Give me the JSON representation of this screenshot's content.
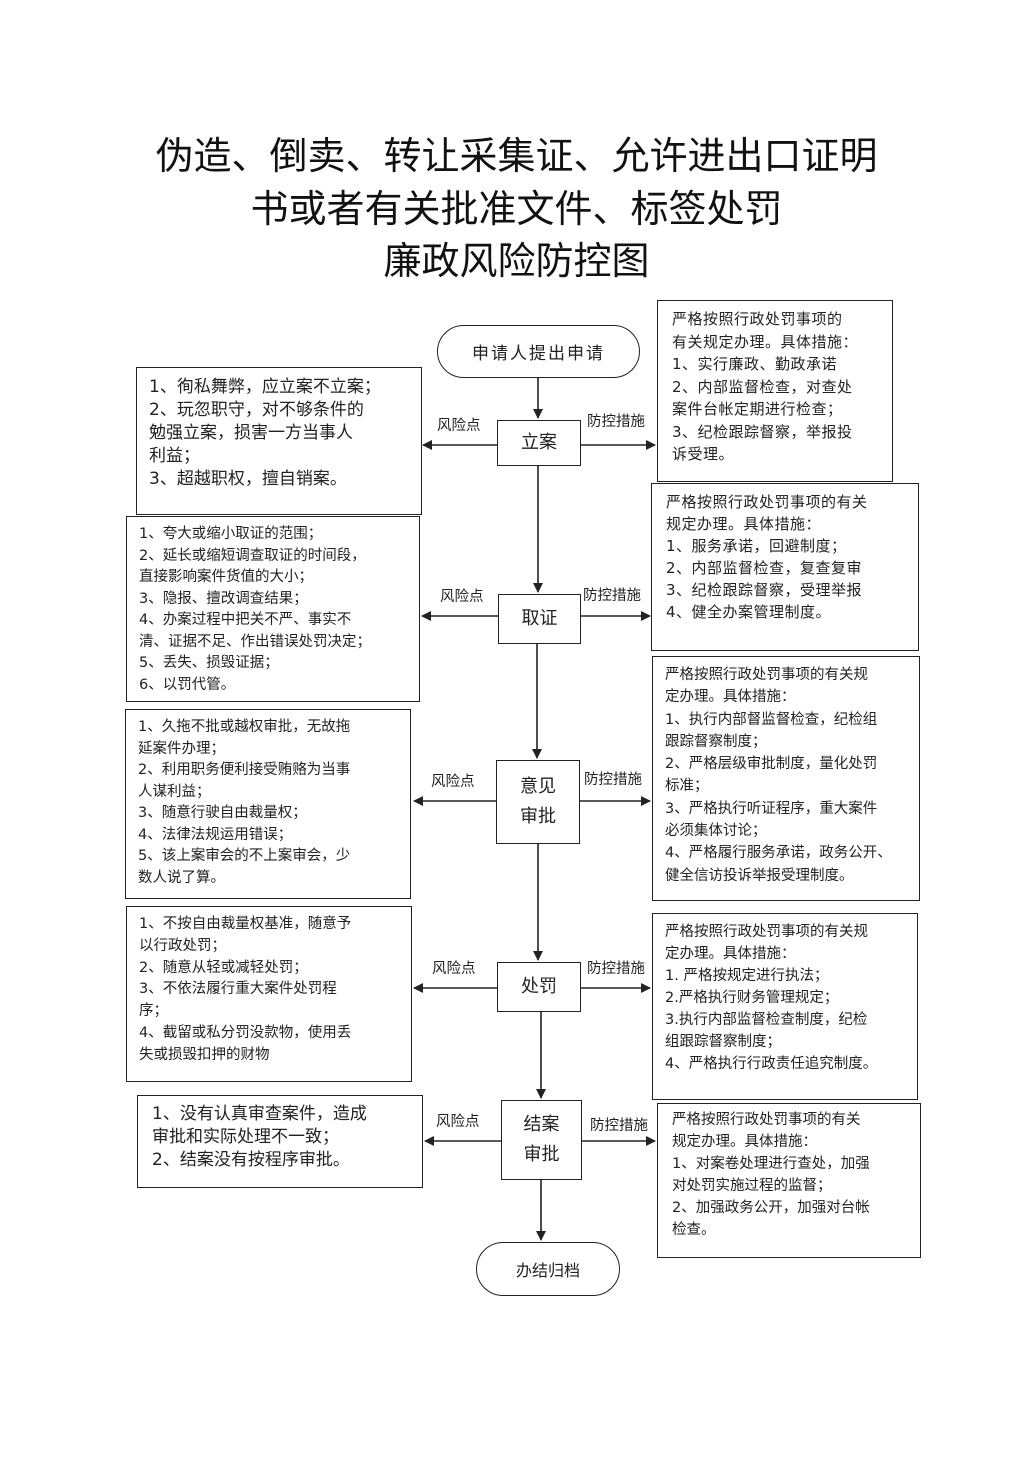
{
  "title": {
    "line1": "伪造、倒卖、转让采集证、允许进出口证明",
    "line2": "书或者有关批准文件、标签处罚",
    "line3": "廉政风险防控图"
  },
  "flow": {
    "start": "申请人提出申请",
    "end": "办结归档",
    "risk_label": "风险点",
    "control_label": "防控措施",
    "steps": [
      {
        "name": [
          "立案"
        ],
        "risks": [
          "1、徇私舞弊，应立案不立案；",
          "2、玩忽职守，对不够条件的",
          "勉强立案，损害一方当事人",
          "利益；",
          "3、超越职权，擅自销案。"
        ],
        "controls": [
          "严格按照行政处罚事项的",
          "有关规定办理。具体措施：",
          "1、实行廉政、勤政承诺",
          "2、内部监督检查，对查处",
          "案件台帐定期进行检查；",
          "3、纪检跟踪督察，举报投",
          "诉受理。"
        ]
      },
      {
        "name": [
          "取证"
        ],
        "risks": [
          "1、夸大或缩小取证的范围；",
          "2、延长或缩短调查取证的时间段，",
          "直接影响案件货值的大小；",
          "3、隐报、擅改调查结果；",
          "4、办案过程中把关不严、事实不",
          "清、证据不足、作出错误处罚决定；",
          "5、丢失、损毁证据；",
          "6、以罚代管。"
        ],
        "controls": [
          "严格按照行政处罚事项的有关",
          "规定办理。具体措施：",
          "1、服务承诺，回避制度；",
          "2、内部监督检查，复查复审",
          "3、纪检跟踪督察，受理举报",
          "4、健全办案管理制度。"
        ]
      },
      {
        "name": [
          "意见",
          "审批"
        ],
        "risks": [
          "1、久拖不批或越权审批，无故拖",
          "延案件办理；",
          "2、利用职务便利接受贿赂为当事",
          "人谋利益；",
          "3、随意行驶自由裁量权；",
          "4、法律法规运用错误；",
          "5、该上案审会的不上案审会，少",
          "数人说了算。"
        ],
        "controls": [
          "严格按照行政处罚事项的有关规",
          "定办理。具体措施：",
          "1、执行内部督监督检查，纪检组",
          "跟踪督察制度；",
          "2、严格层级审批制度，量化处罚",
          "标准；",
          "3、严格执行听证程序，重大案件",
          "必须集体讨论；",
          "4、严格履行服务承诺，政务公开、",
          "健全信访投诉举报受理制度。"
        ]
      },
      {
        "name": [
          "处罚"
        ],
        "risks": [
          "1、不按自由裁量权基准，随意予",
          "以行政处罚；",
          "2、随意从轻或减轻处罚；",
          "3、不依法履行重大案件处罚程",
          "序；",
          "4、截留或私分罚没款物，使用丢",
          "失或损毁扣押的财物"
        ],
        "controls": [
          "严格按照行政处罚事项的有关规",
          "定办理。具体措施：",
          "1. 严格按规定进行执法；",
          "2.严格执行财务管理规定；",
          "3.执行内部监督检查制度，纪检",
          "组跟踪督察制度；",
          "4、严格执行行政责任追究制度。"
        ]
      },
      {
        "name": [
          "结案",
          "审批"
        ],
        "risks": [
          "1、没有认真审查案件，造成",
          "审批和实际处理不一致；",
          "2、结案没有按程序审批。"
        ],
        "controls": [
          "严格按照行政处罚事项的有关",
          "规定办理。具体措施：",
          "1、对案卷处理进行查处，加强",
          "对处罚实施过程的监督；",
          "2、加强政务公开，加强对台帐",
          "检查。"
        ]
      }
    ]
  }
}
